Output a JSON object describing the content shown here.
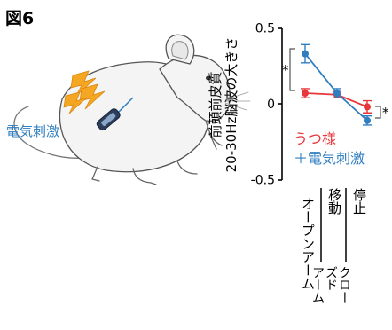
{
  "figure_label": "図6",
  "stim_label": "電気刺激",
  "colors": {
    "depressed": "#e8363b",
    "stim": "#2f7ec0",
    "axis": "#000000"
  },
  "chart_data": {
    "type": "line",
    "ylabel_line1": "前頭前皮質",
    "ylabel_line2": "20-30Hz脳波の大きさ",
    "yticks": [
      "0.5",
      "0",
      "-0.5"
    ],
    "ylim": [
      -0.5,
      0.5
    ],
    "categories": [
      "オープンアーム",
      "クローズドアーム移動",
      "クローズドアーム停止"
    ],
    "xlabels": {
      "open": "オープンアーム",
      "closed_col1": "クロー",
      "closed_col2": "ズド",
      "closed_col3": "アーム",
      "move": "移動",
      "stop": "停止"
    },
    "series": [
      {
        "name": "うつ様",
        "color": "#e8363b",
        "values": [
          0.07,
          0.06,
          -0.02
        ],
        "errors": [
          0.03,
          0.02,
          0.04
        ]
      },
      {
        "name": "＋電気刺激",
        "color": "#2f7ec0",
        "values": [
          0.33,
          0.07,
          -0.11
        ],
        "errors": [
          0.06,
          0.03,
          0.03
        ]
      }
    ],
    "annotations": [
      "*",
      "*"
    ],
    "legend_position": "inside-bottom"
  }
}
